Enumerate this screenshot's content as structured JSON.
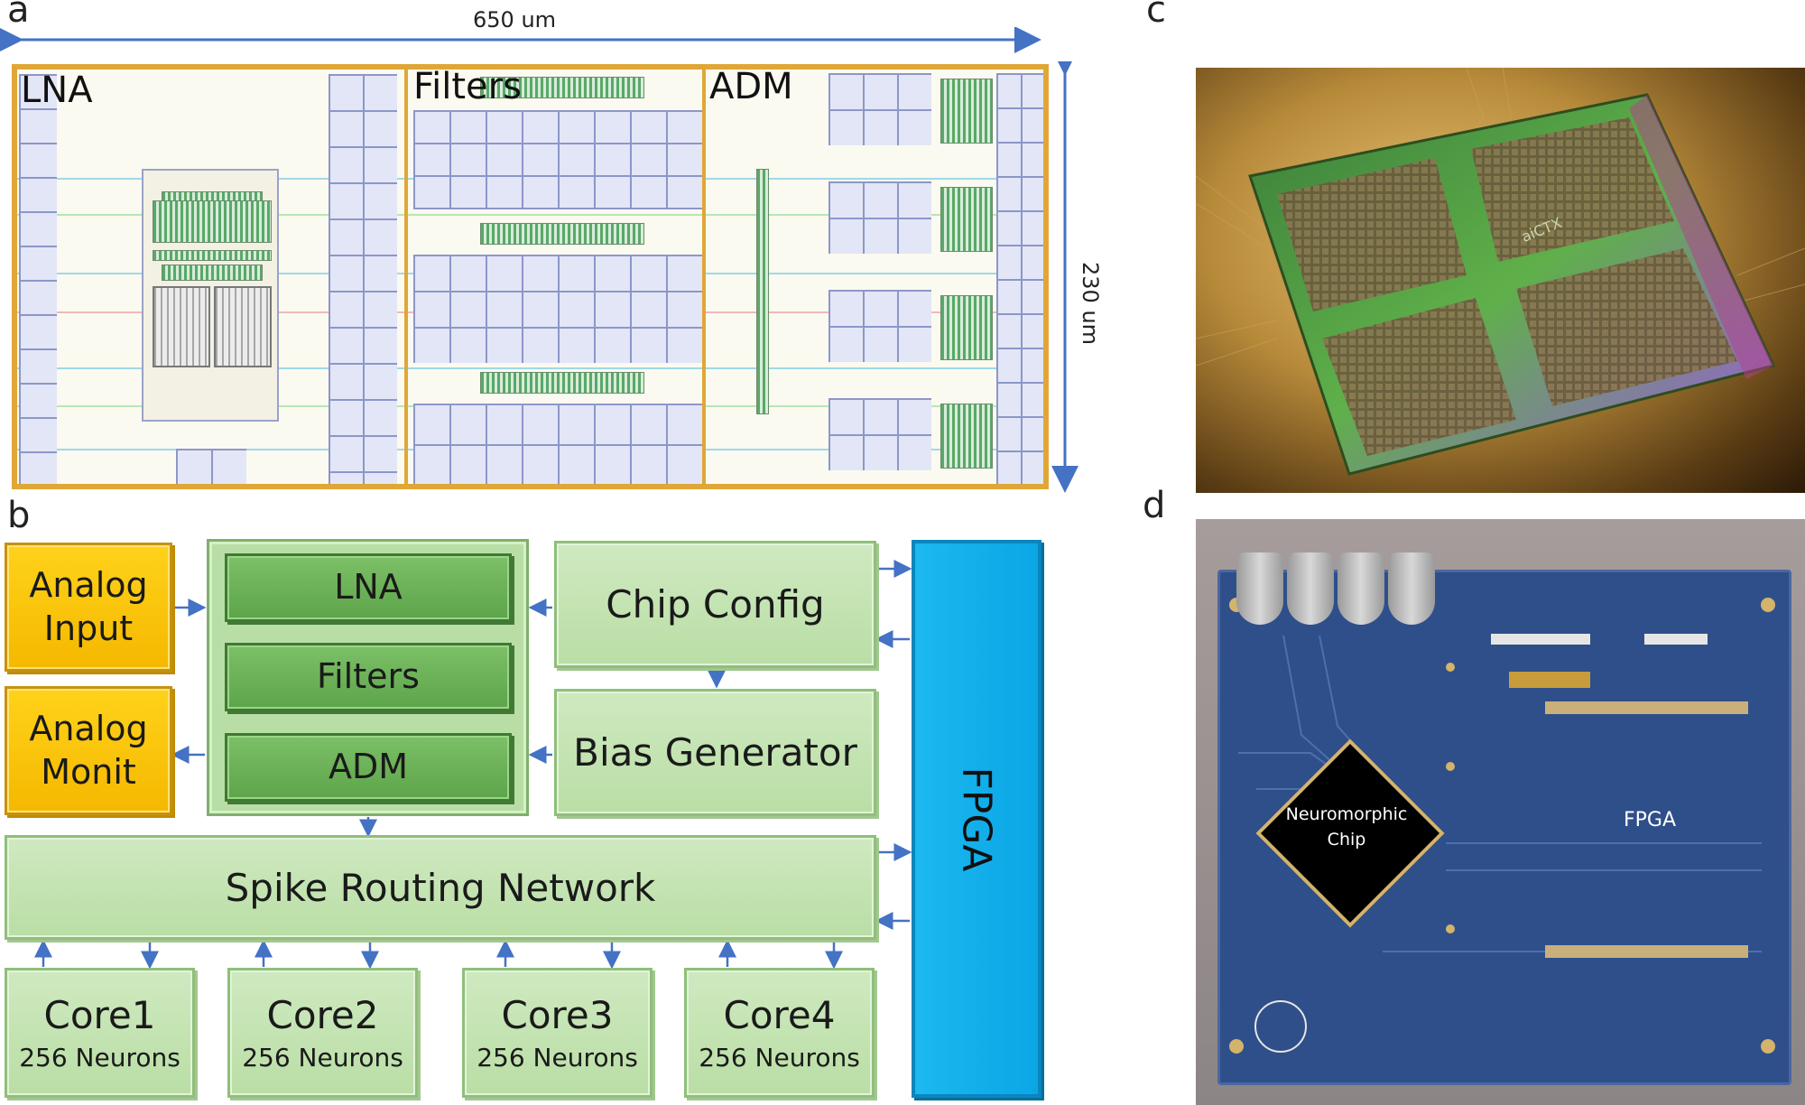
{
  "panels": {
    "a": "a",
    "b": "b",
    "c": "c",
    "d": "d"
  },
  "layout": {
    "width_label": "650 um",
    "height_label": "230 um",
    "regions": [
      "LNA",
      "Filters",
      "ADM"
    ]
  },
  "block_diagram": {
    "analog_input": [
      "Analog",
      "Input"
    ],
    "analog_monit": [
      "Analog",
      "Monit"
    ],
    "lna": "LNA",
    "filters": "Filters",
    "adm": "ADM",
    "chip_config": "Chip Config",
    "bias_generator": "Bias Generator",
    "spike_routing": "Spike Routing Network",
    "fpga": "FPGA",
    "cores": [
      {
        "name": "Core1",
        "neurons": "256 Neurons"
      },
      {
        "name": "Core2",
        "neurons": "256 Neurons"
      },
      {
        "name": "Core3",
        "neurons": "256 Neurons"
      },
      {
        "name": "Core4",
        "neurons": "256 Neurons"
      }
    ]
  },
  "chip_photo": {
    "logo": "aiCTX"
  },
  "pcb": {
    "chip_label": [
      "Neuromorphic",
      "Chip"
    ],
    "fpga_label": "FPGA"
  },
  "colors": {
    "outline_gold": "#e0a737",
    "block_green_light": "#b9dea5",
    "block_green_dark": "#5da44a",
    "block_yellow": "#f5b800",
    "fpga_blue": "#0aa6e6",
    "arrow_blue": "#4472c4",
    "pcb_blue": "#2f4f8a"
  }
}
